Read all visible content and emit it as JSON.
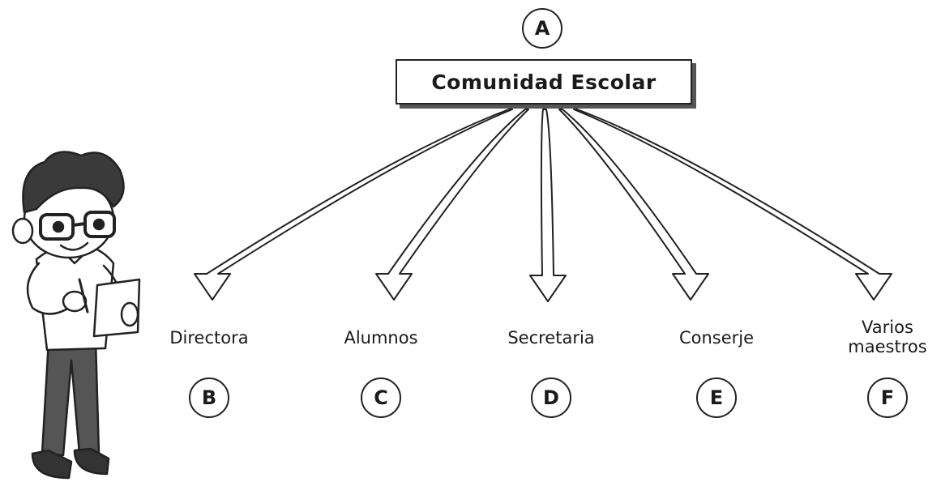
{
  "diagram": {
    "root": {
      "id": "A",
      "label": "Comunidad Escolar"
    },
    "children": [
      {
        "id": "B",
        "label": [
          "Directora"
        ]
      },
      {
        "id": "C",
        "label": [
          "Alumnos"
        ]
      },
      {
        "id": "D",
        "label": [
          "Secretaria"
        ]
      },
      {
        "id": "E",
        "label": [
          "Conserje"
        ]
      },
      {
        "id": "F",
        "label": [
          "Varios",
          "maestros"
        ]
      }
    ]
  },
  "colors": {
    "stroke": "#222222",
    "shadow": "#555555",
    "fill": "#ffffff"
  }
}
